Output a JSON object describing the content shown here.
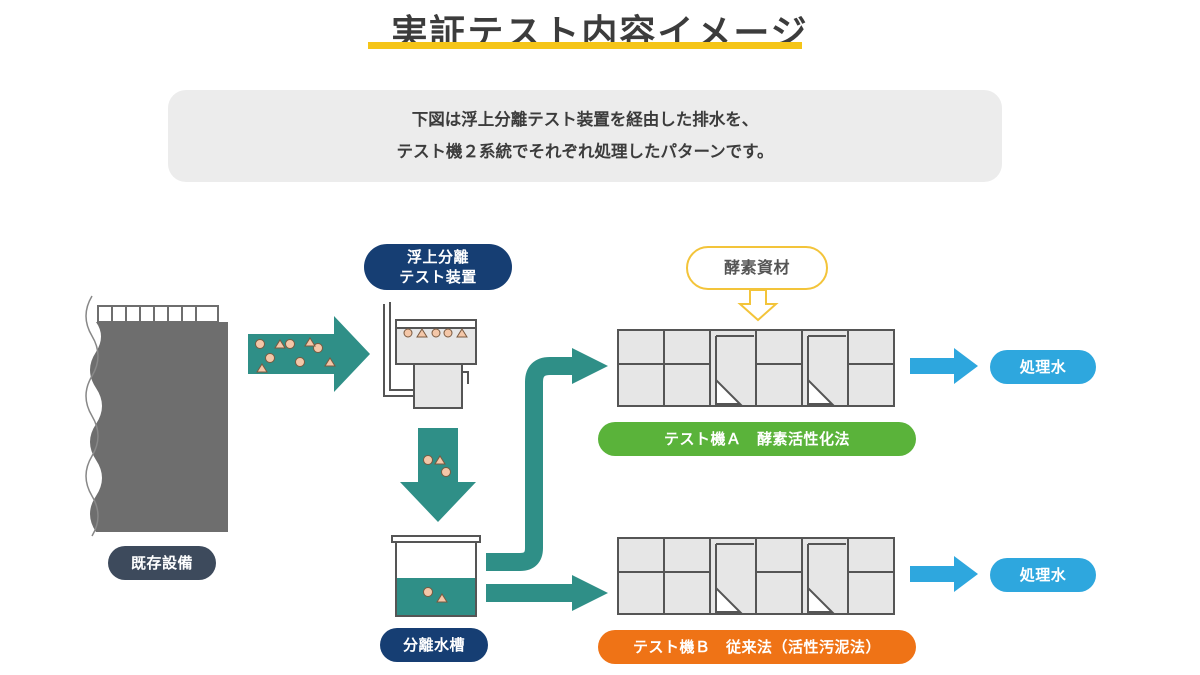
{
  "title": "実証テスト内容イメージ",
  "intro": {
    "line1": "下図は浮上分離テスト装置を経由した排水を、",
    "line2": "テスト機２系統でそれぞれ処理したパターンです。"
  },
  "labels": {
    "existing_equipment": "既存設備",
    "flotation_device_line1": "浮上分離",
    "flotation_device_line2": "テスト装置",
    "separation_tank": "分離水槽",
    "enzyme_material": "酵素資材",
    "machine_a": "テスト機Ａ　酵素活性化法",
    "machine_b": "テスト機Ｂ　従来法（活性汚泥法）",
    "treated_water_a": "処理水",
    "treated_water_b": "処理水"
  },
  "colors": {
    "accent_yellow": "#f5c518",
    "teal": "#2f8f87",
    "navy": "#163e73",
    "green": "#5ab33a",
    "orange": "#ef7316",
    "water_blue": "#2ea7de",
    "equipment_gray": "#6e6e6e"
  }
}
